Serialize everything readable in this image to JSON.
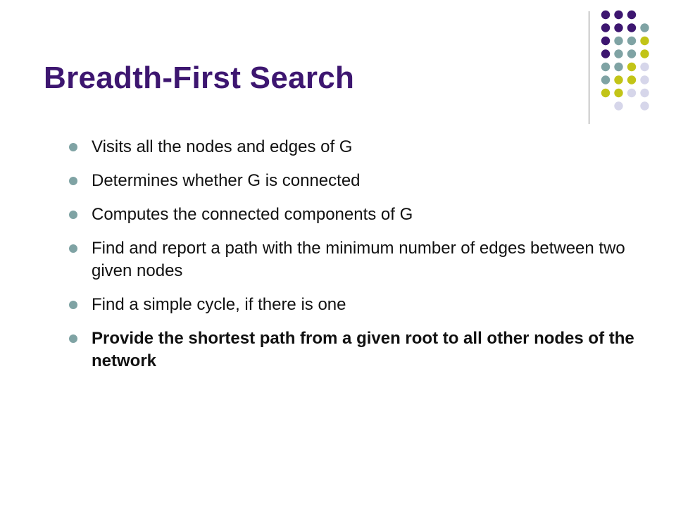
{
  "slide": {
    "title": "Breadth-First Search",
    "bullets": [
      {
        "text": "Visits all the nodes and edges of G",
        "bold": false
      },
      {
        "text": "Determines whether G is connected",
        "bold": false
      },
      {
        "text": "Computes the connected components of G",
        "bold": false
      },
      {
        "text": "Find and report a path with the minimum number of edges between two given nodes",
        "bold": false
      },
      {
        "text": "Find a simple cycle, if there is one",
        "bold": false
      },
      {
        "text": "Provide the shortest path from a given root to all other nodes of the network",
        "bold": true
      }
    ]
  },
  "colors": {
    "title": "#3d1670",
    "bullet_marker": "#7fa3a4",
    "dot_purple": "#3d1670",
    "dot_teal": "#7fa3a4",
    "dot_olive": "#c2c417",
    "dot_lavender": "#d6d6ea",
    "divider": "#7a7a7a"
  },
  "decoration": {
    "dot_grid": [
      [
        "purple",
        "purple",
        "purple",
        null
      ],
      [
        "purple",
        "purple",
        "purple",
        "teal"
      ],
      [
        "purple",
        "teal",
        "teal",
        "olive"
      ],
      [
        "purple",
        "teal",
        "teal",
        "olive"
      ],
      [
        "teal",
        "teal",
        "olive",
        "lavender"
      ],
      [
        "teal",
        "olive",
        "olive",
        "lavender"
      ],
      [
        "olive",
        "olive",
        "lavender",
        "lavender"
      ],
      [
        null,
        "lavender",
        null,
        "lavender"
      ]
    ]
  }
}
